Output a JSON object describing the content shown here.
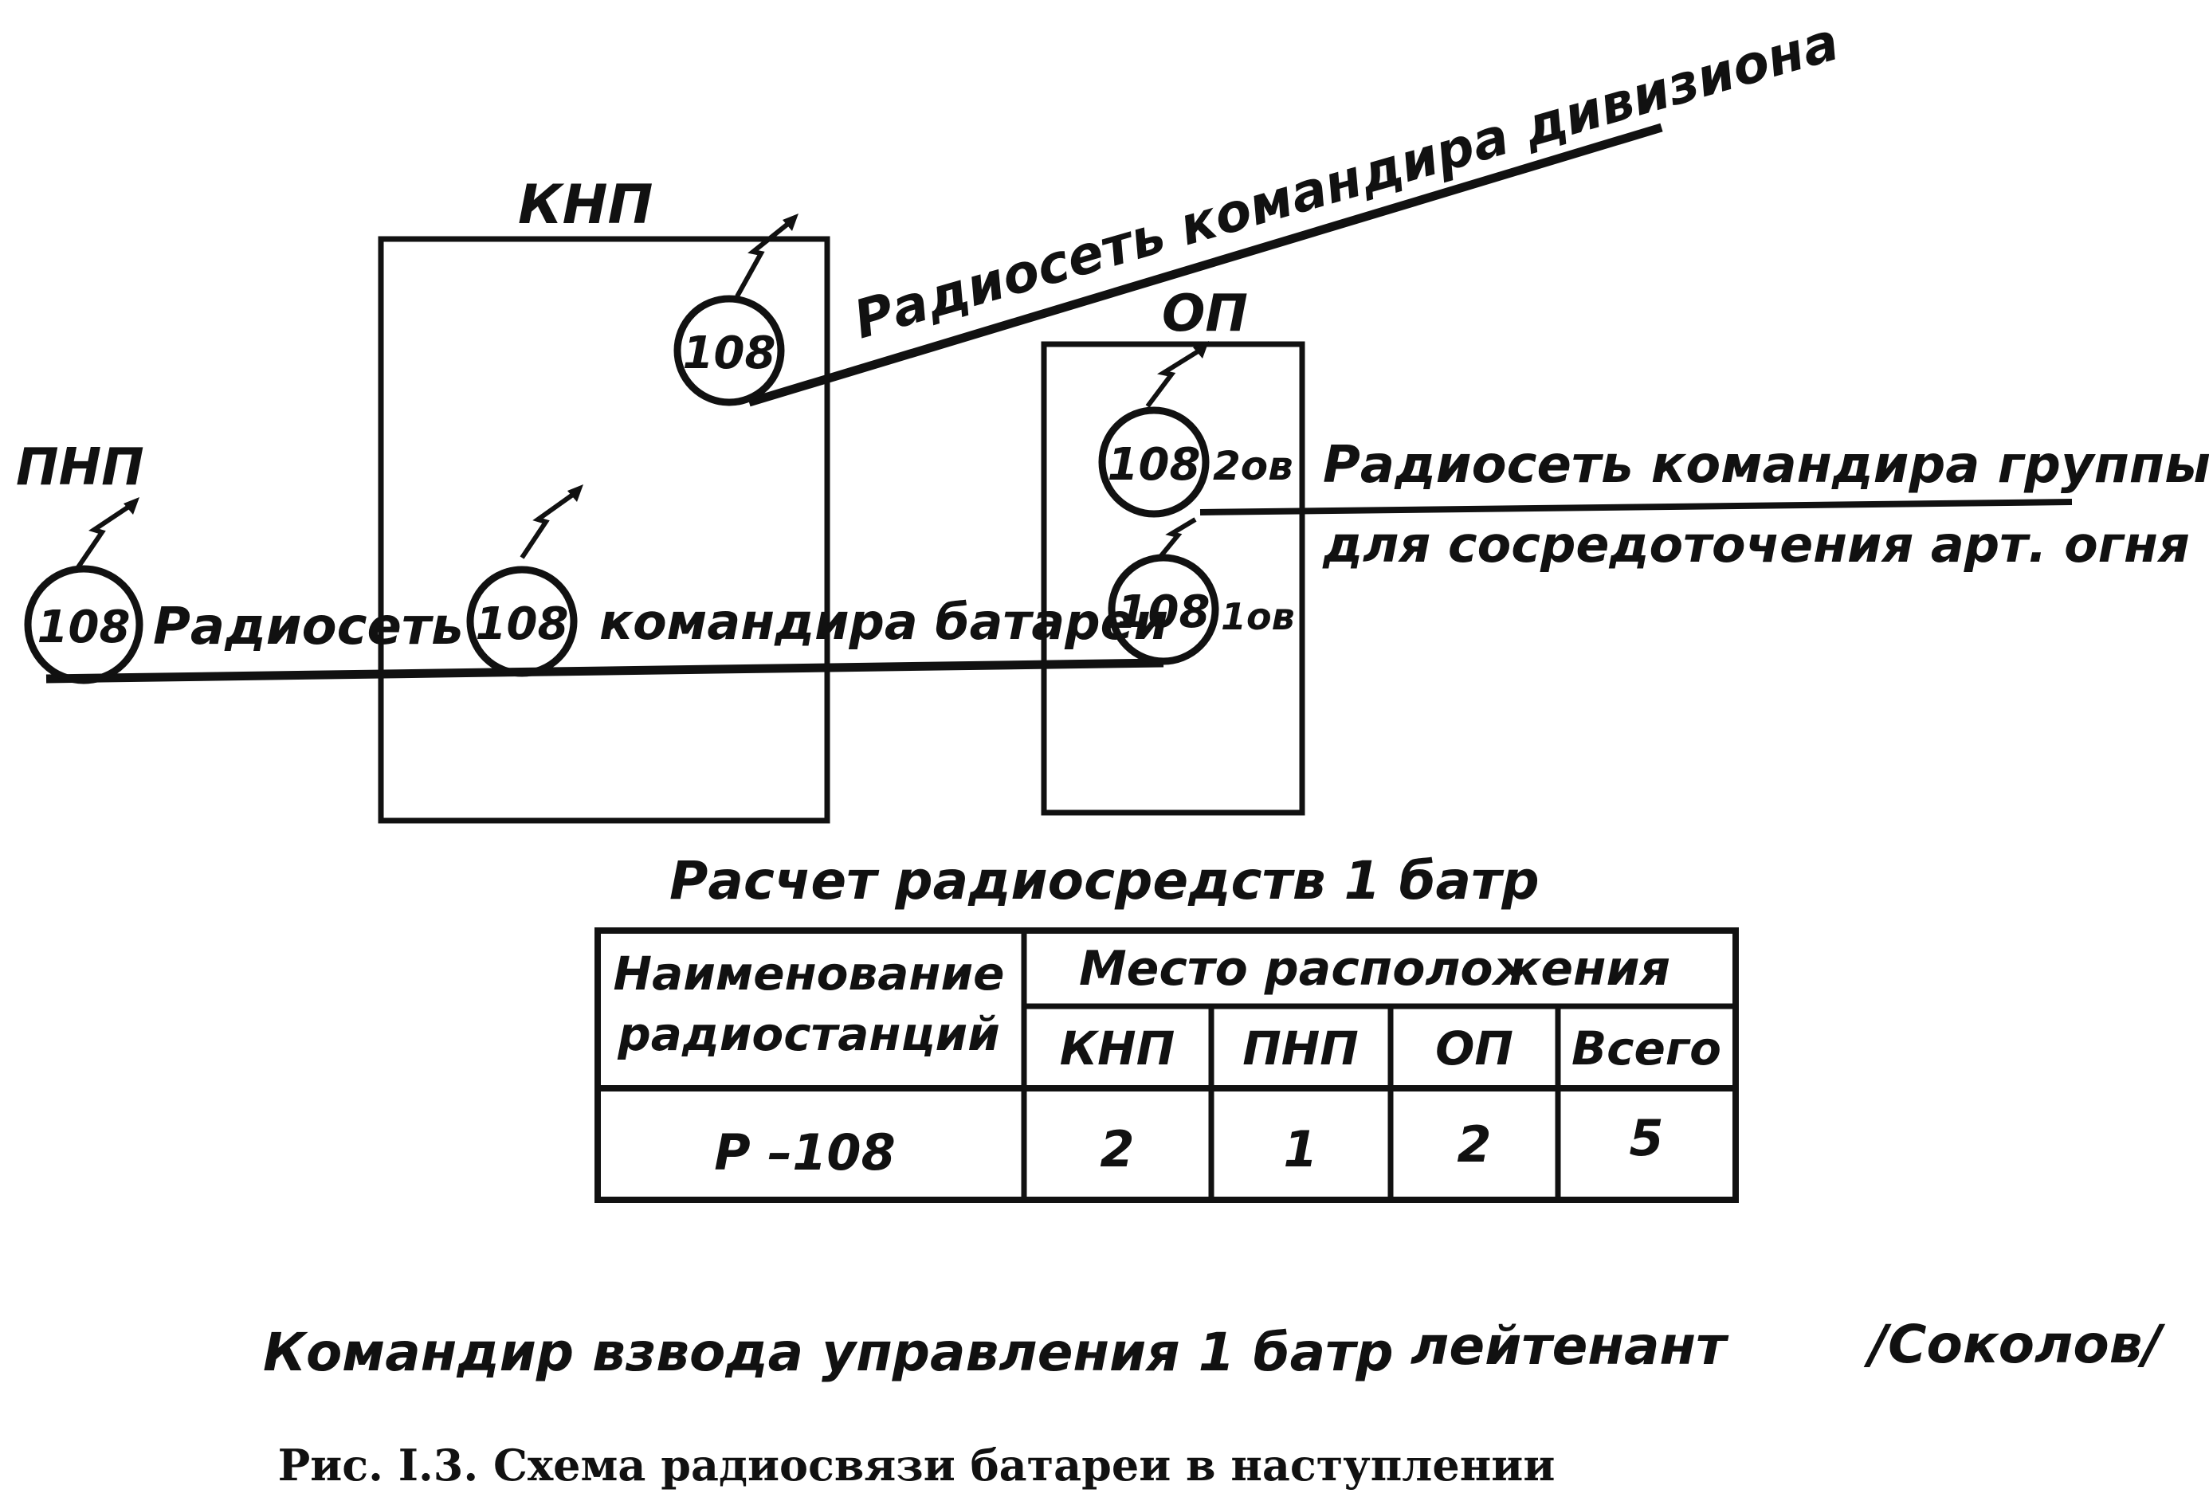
{
  "diagram": {
    "posts": {
      "knp": "КНП",
      "op": "ОП",
      "pnp": "ПНП"
    },
    "station_label": "108",
    "nets": {
      "division": "Радиосеть командира дивизиона",
      "group_line1": "Радиосеть командира группы",
      "group_line2": "для сосредоточения арт. огня",
      "battery_part1": "Радиосеть",
      "battery_part2": "командира батареи"
    },
    "op_notes": {
      "upper": "2ов",
      "lower": "1ов"
    }
  },
  "table": {
    "title": "Расчет радиосредств 1 батр",
    "header_name_line1": "Наименование",
    "header_name_line2": "радиостанций",
    "header_place": "Место расположения",
    "columns": [
      "КНП",
      "ПНП",
      "ОП",
      "Всего"
    ],
    "row": {
      "name": "Р –108",
      "values": [
        "2",
        "1",
        "2",
        "5"
      ]
    }
  },
  "signature": {
    "position": "Командир взвода управления 1 батр",
    "rank": "лейтенант",
    "name": "/Соколов/"
  },
  "caption": "Рис. I.3. Схема радиосвязи батареи в наступлении"
}
